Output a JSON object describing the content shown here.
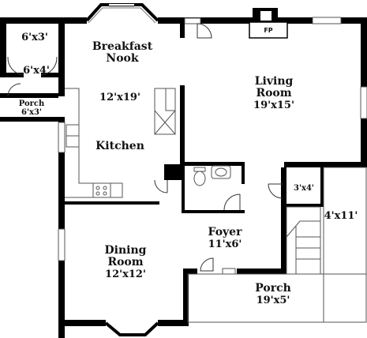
{
  "rooms": {
    "breakfast_nook": {
      "name_line1": "Breakfast",
      "name_line2": "Nook",
      "dim": "12'x19'"
    },
    "kitchen": {
      "name": "Kitchen"
    },
    "living_room": {
      "name_line1": "Living",
      "name_line2": "Room",
      "dim": "19'x15'"
    },
    "closet_top": {
      "dim": "6'x3'"
    },
    "closet_mid": {
      "dim": "6'x4'"
    },
    "side_porch": {
      "name": "Porch",
      "dim": "6'x3'"
    },
    "small_closet": {
      "dim": "3'x4'"
    },
    "stair_area": {
      "dim": "4'x11'"
    },
    "foyer": {
      "name": "Foyer",
      "dim": "11'x6'"
    },
    "dining_room": {
      "name_line1": "Dining",
      "name_line2": "Room",
      "dim": "12'x12'"
    },
    "front_porch": {
      "name": "Porch",
      "dim": "19'x5'"
    }
  },
  "fireplace": {
    "label": "FP"
  },
  "colors": {
    "wall": "#000000",
    "thin_line": "#555555",
    "background": "#ffffff"
  }
}
